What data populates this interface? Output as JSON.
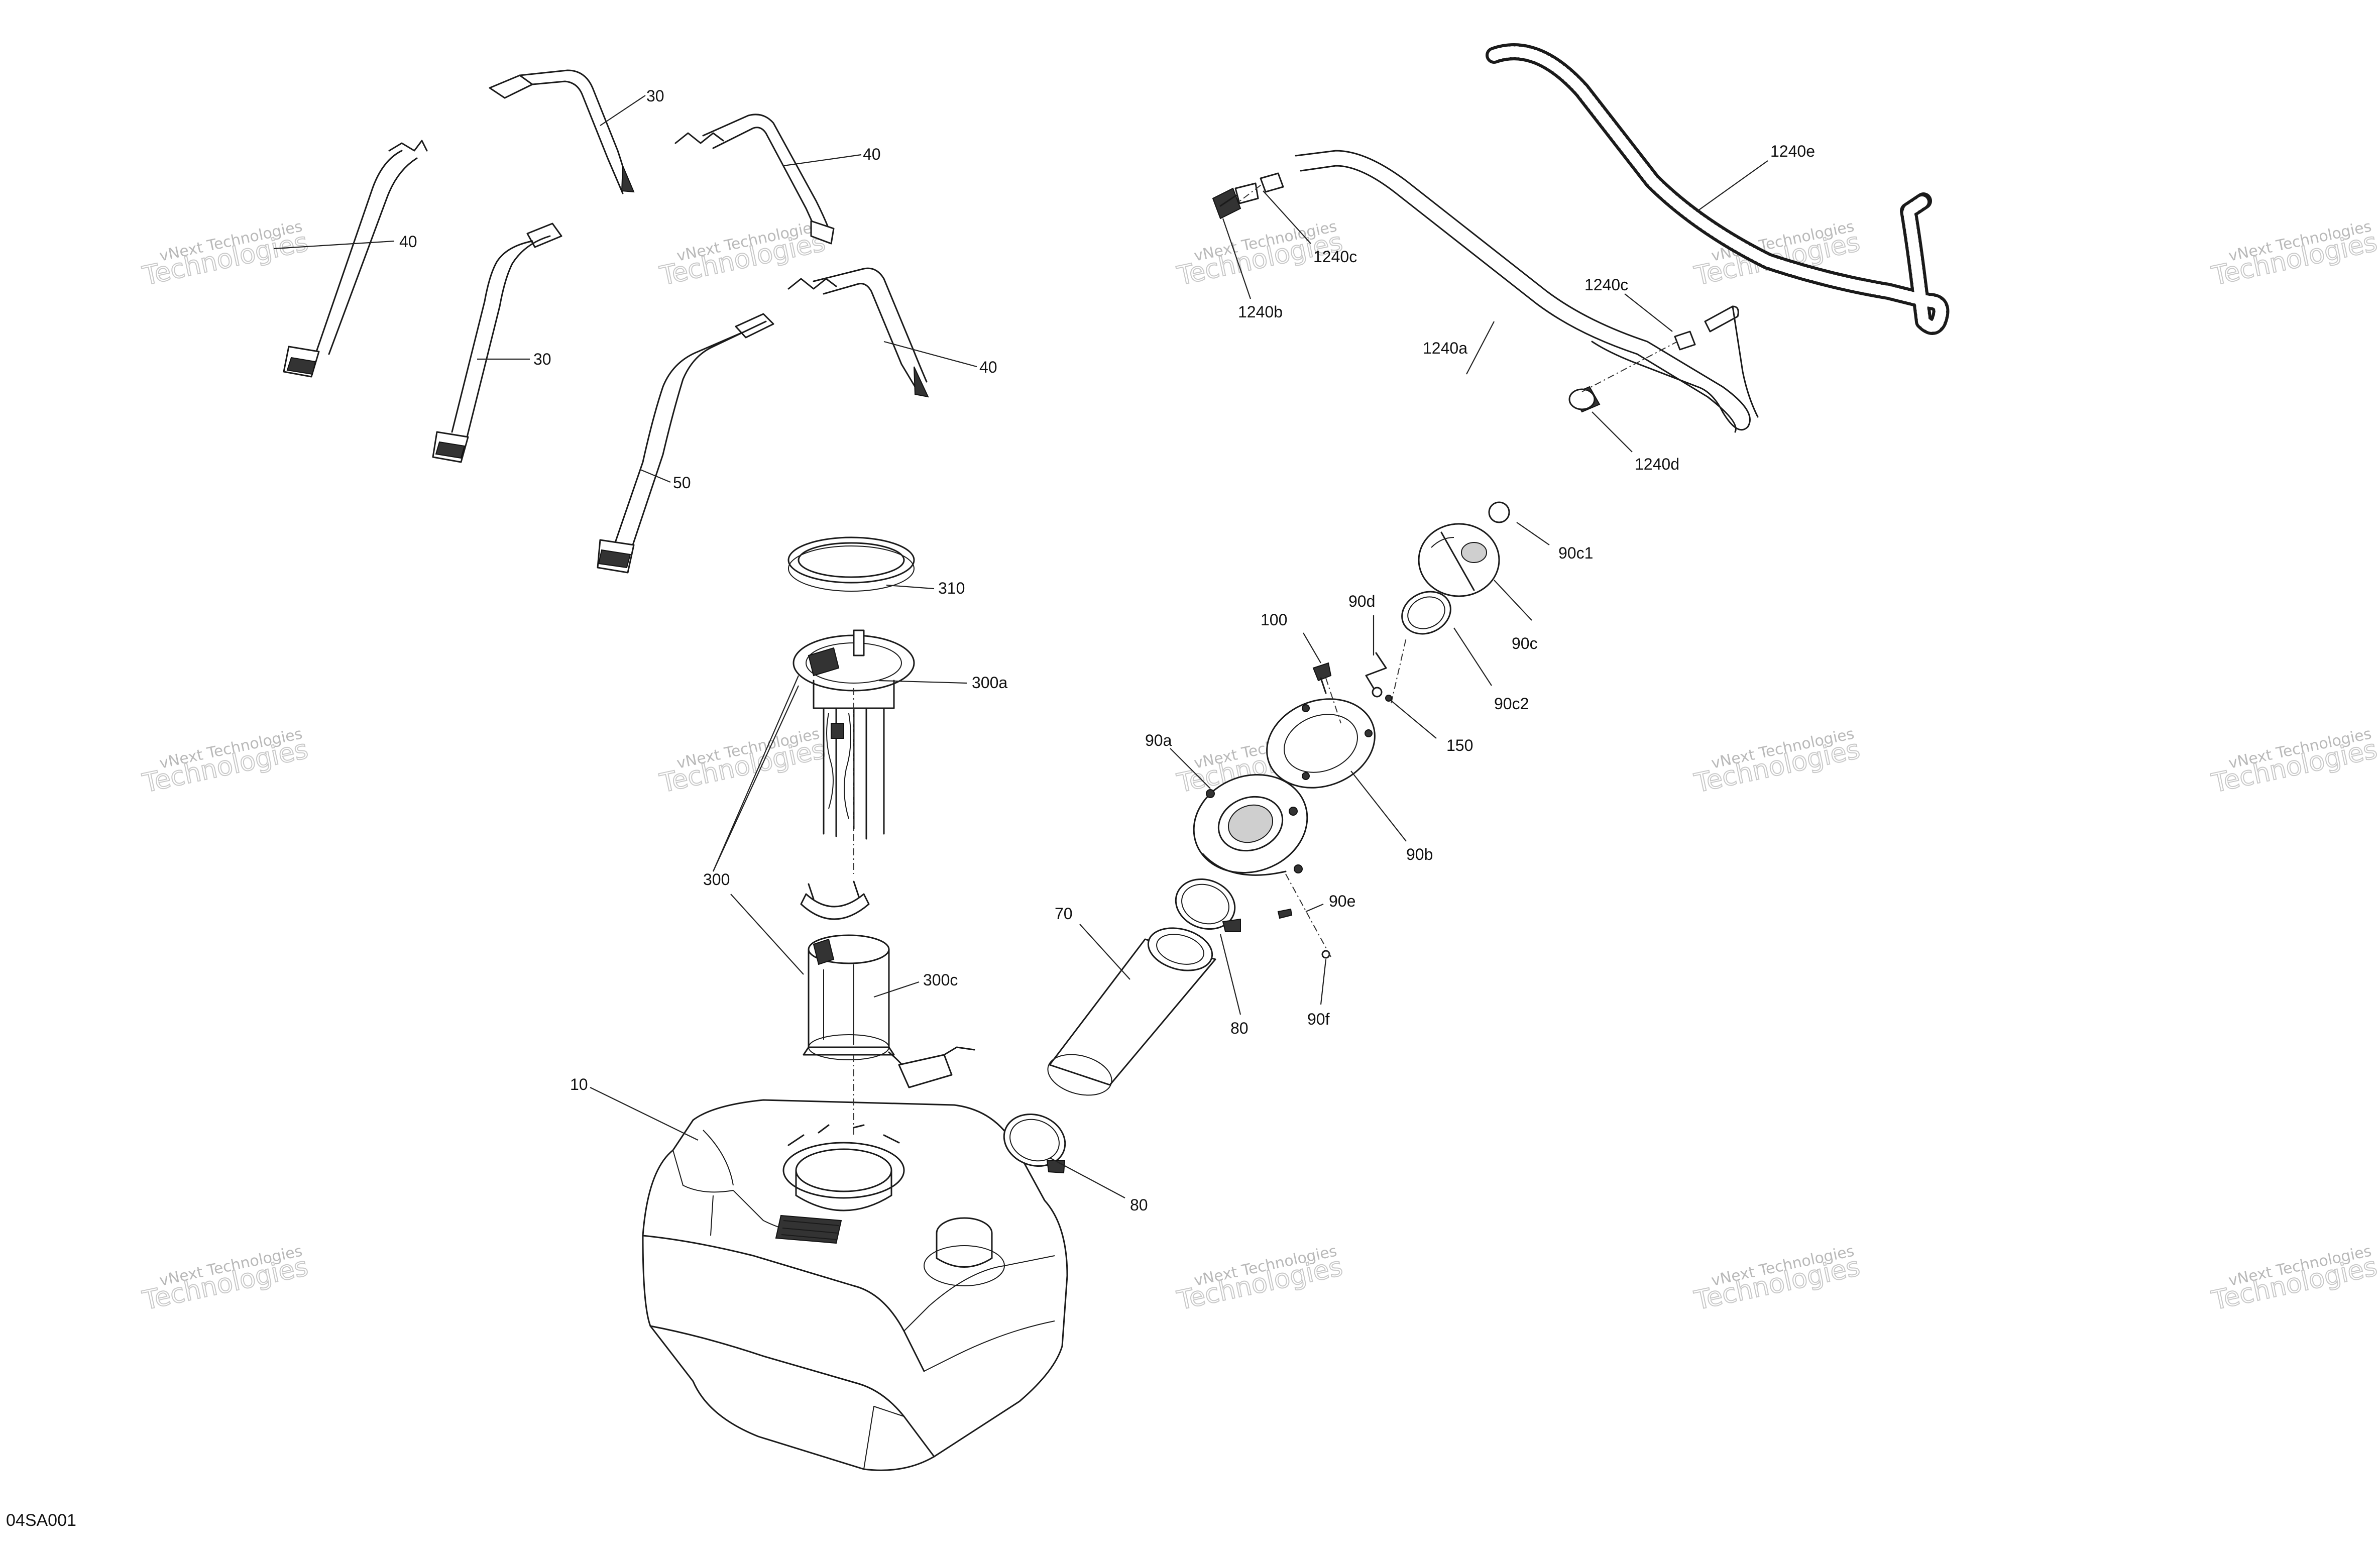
{
  "diagram": {
    "drawing_code": "04SA001",
    "watermark": {
      "line1": "vNext Technologies",
      "line2": "Technologies",
      "arc": "vNext"
    },
    "callouts": {
      "p30_top": "30",
      "p40_top": "40",
      "p40_left": "40",
      "p30_mid": "30",
      "p40_right": "40",
      "p50": "50",
      "p310": "310",
      "p300a": "300a",
      "p300": "300",
      "p300c": "300c",
      "p10": "10",
      "p70": "70",
      "p80_upper": "80",
      "p80_lower": "80",
      "p90a": "90a",
      "p90b": "90b",
      "p90c": "90c",
      "p90c1": "90c1",
      "p90c2": "90c2",
      "p90d": "90d",
      "p90e": "90e",
      "p90f": "90f",
      "p100": "100",
      "p150": "150",
      "p1240a": "1240a",
      "p1240b": "1240b",
      "p1240c_top": "1240c",
      "p1240c_right": "1240c",
      "p1240d": "1240d",
      "p1240e": "1240e"
    }
  }
}
